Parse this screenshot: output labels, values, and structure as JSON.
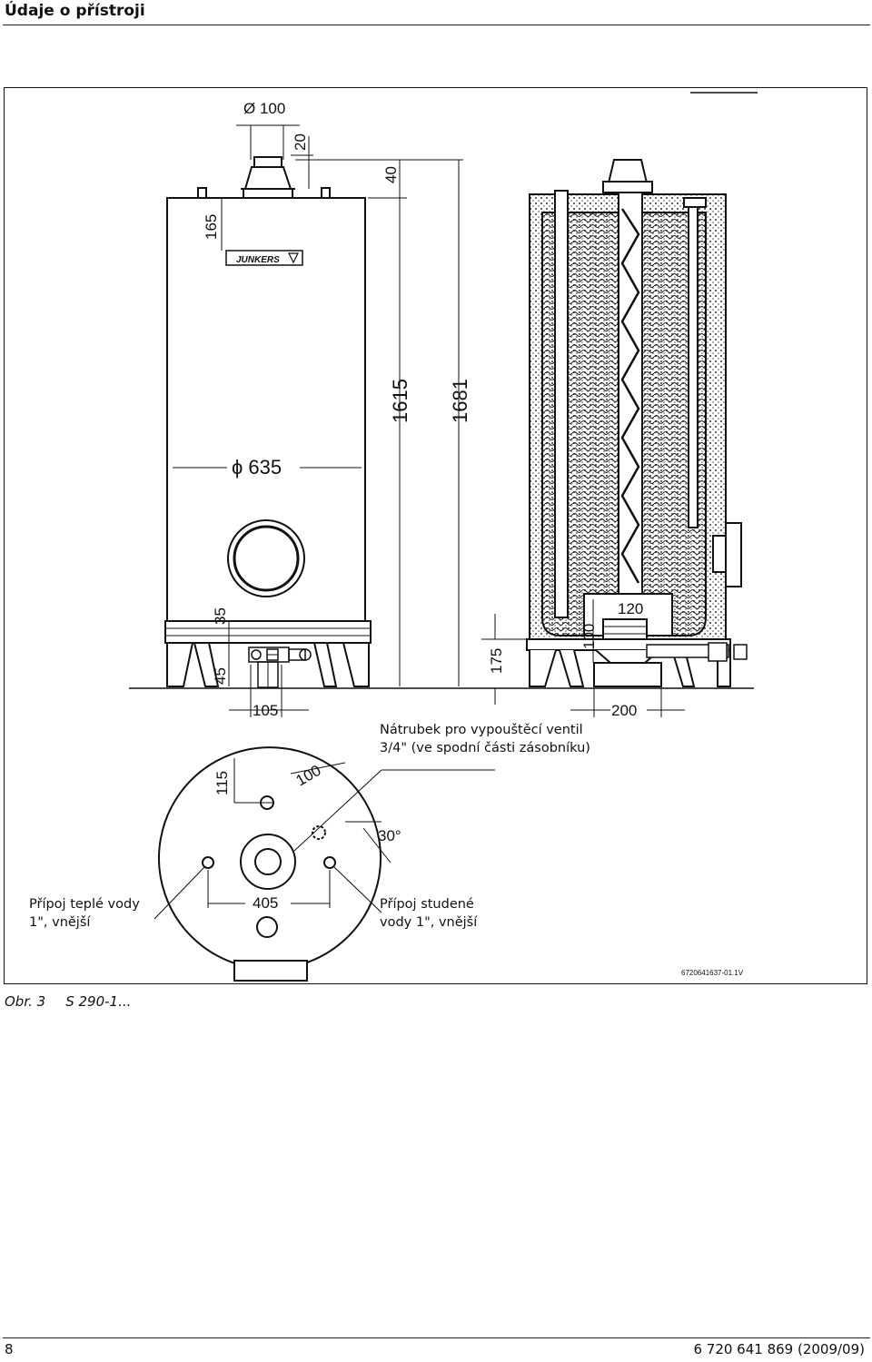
{
  "header": {
    "title": "Údaje o přístroji"
  },
  "dimensions": {
    "flue_diameter": "Ø 100",
    "d20": "20",
    "d40": "40",
    "d165": "165",
    "brand": "JUNKERS",
    "height_1615": "1615",
    "height_1681": "1681",
    "diameter_635": "ϕ 635",
    "d35": "35",
    "d45": "45",
    "d105": "105",
    "d120": "120",
    "d100_side": "100",
    "d175": "175",
    "d200": "200",
    "d115": "115",
    "d100_bottom": "100",
    "angle_30": "30°",
    "d405": "405"
  },
  "annotations": {
    "drain_line1": "Nátrubek pro vypouštěcí ventil",
    "drain_line2": "3/4\" (ve spodní části zásobníku)",
    "hot_line1": "Přípoj teplé vody",
    "hot_line2": "1\", vnější",
    "cold_line1": "Přípoj studené",
    "cold_line2": "vody 1\", vnější",
    "drawing_code": "6720641637-01.1V"
  },
  "caption": {
    "label": "Obr. 3",
    "title": "S 290-1..."
  },
  "footer": {
    "page_number": "8",
    "doc_code": "6 720 641 869 (2009/09)"
  }
}
